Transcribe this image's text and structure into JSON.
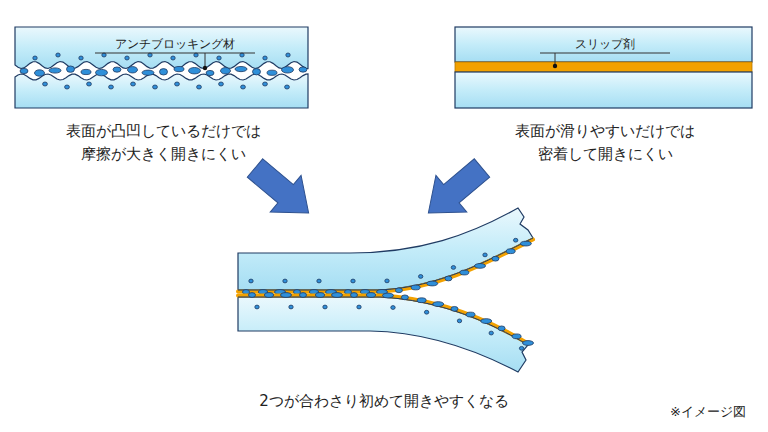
{
  "diagram": {
    "labels": [
      "アンチブロッキング材",
      "表面が凸凹しているだけでは 摩擦が大きく開きにくい",
      "スリップ剤",
      "表面が滑りやすいだけでは 密着して開きにくい",
      "2つが合わさり初めて開きやすくなる",
      "※イメージ図"
    ]
  }
}
